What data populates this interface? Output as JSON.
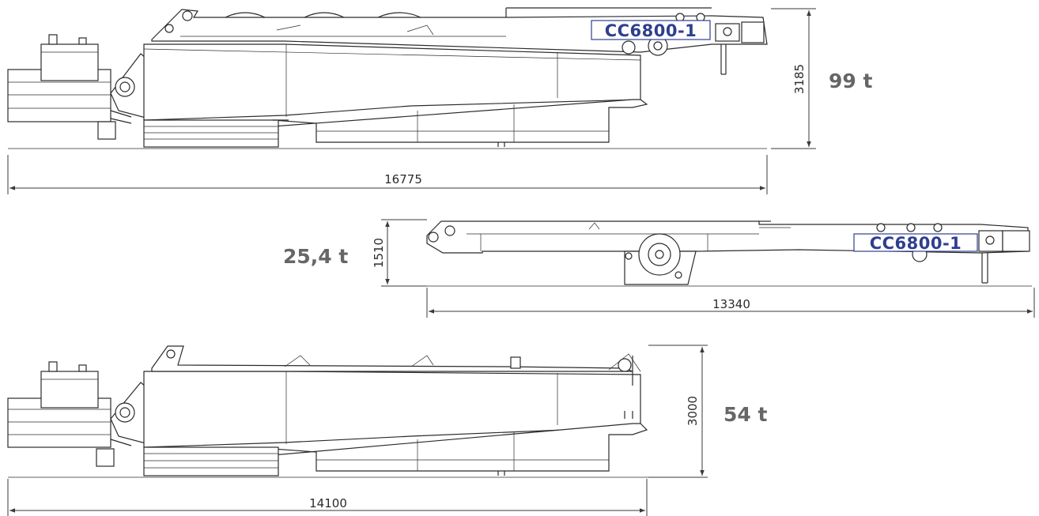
{
  "views": [
    {
      "id": "top",
      "length_label": "16775",
      "height_label": "3185",
      "weight_label": "99 t",
      "brand_label": "CC6800-1"
    },
    {
      "id": "middle",
      "length_label": "13340",
      "height_label": "1510",
      "weight_label": "25,4 t",
      "brand_label": "CC6800-1"
    },
    {
      "id": "bottom",
      "length_label": "14100",
      "height_label": "3000",
      "weight_label": "54 t"
    }
  ]
}
